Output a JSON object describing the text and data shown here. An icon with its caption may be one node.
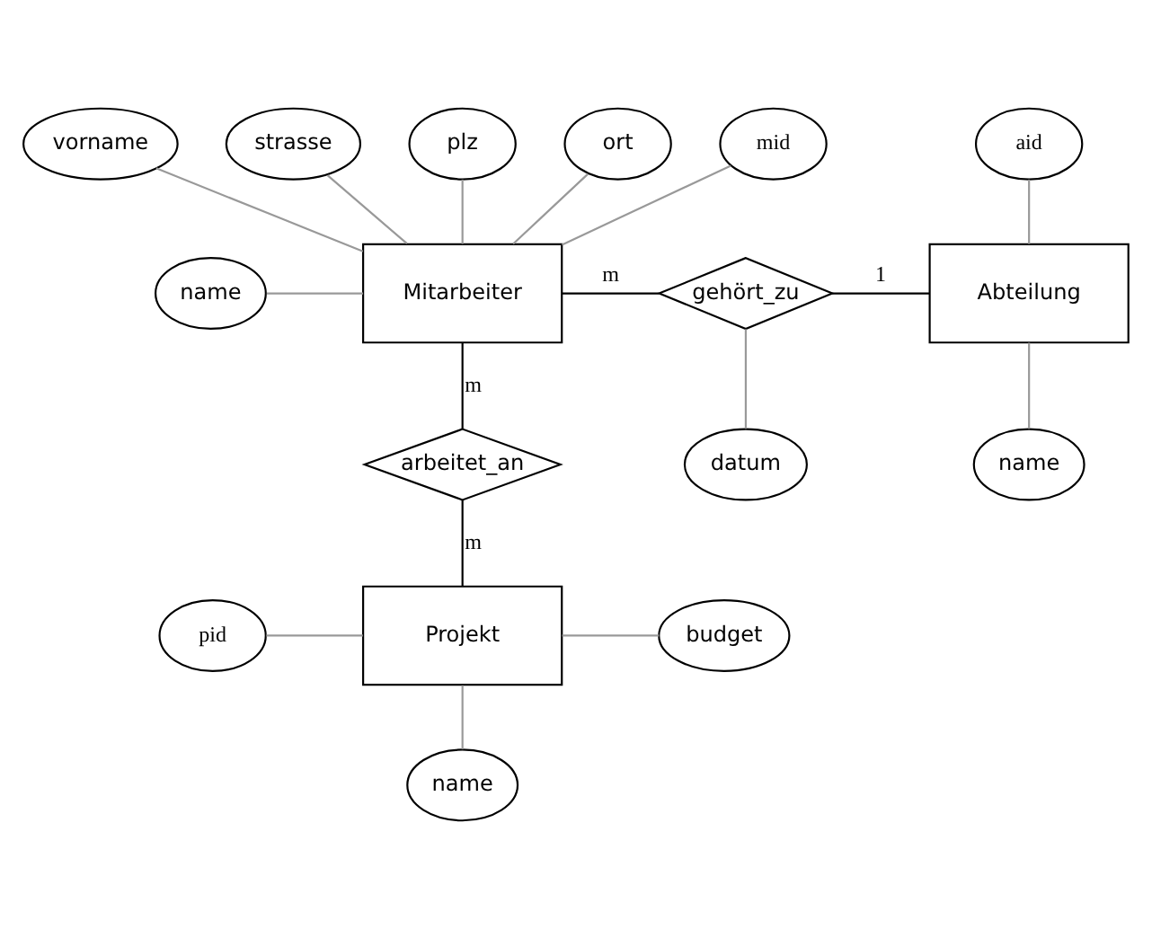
{
  "diagram": {
    "nodes": [
      {
        "text": [
          "Mitarbeiter"
        ]
      },
      {
        "text": [
          "name"
        ]
      },
      {
        "text": [
          "vorname"
        ]
      },
      {
        "text": [
          "strasse"
        ]
      },
      {
        "text": [
          "plz"
        ]
      },
      {
        "text": [
          "ort"
        ]
      },
      {
        "text": [
          "mid"
        ]
      },
      {
        "text": [
          "gehört_zu"
        ]
      },
      {
        "text": [
          "datum"
        ]
      },
      {
        "text": [
          "Abteilung"
        ]
      },
      {
        "text": [
          "aid"
        ]
      },
      {
        "text": [
          "name"
        ]
      },
      {
        "text": [
          "arbeitet_an"
        ]
      },
      {
        "text": [
          "Projekt"
        ]
      },
      {
        "text": [
          "pid"
        ]
      },
      {
        "text": [
          "budget"
        ]
      },
      {
        "text": [
          "name"
        ]
      }
    ],
    "edges": [
      {
        "from": 1,
        "to": 0,
        "arrow": "none"
      },
      {
        "from": 2,
        "to": 0,
        "arrow": "none"
      },
      {
        "from": 3,
        "to": 0,
        "arrow": "none"
      },
      {
        "from": 4,
        "to": 0,
        "arrow": "none"
      },
      {
        "from": 5,
        "to": 0,
        "arrow": "none"
      },
      {
        "from": 6,
        "to": 0,
        "arrow": "none"
      },
      {
        "from": 0,
        "to": 7,
        "arrow": "none",
        "label": "m",
        "color": "#000000"
      },
      {
        "from": 7,
        "to": 9,
        "arrow": "none",
        "label": "1",
        "color": "#000000"
      },
      {
        "from": 7,
        "to": 8,
        "arrow": "none"
      },
      {
        "from": 10,
        "to": 9,
        "arrow": "none"
      },
      {
        "from": 9,
        "to": 11,
        "arrow": "none"
      },
      {
        "from": 0,
        "to": 12,
        "arrow": "none",
        "label": "m",
        "color": "#000000"
      },
      {
        "from": 12,
        "to": 13,
        "arrow": "none",
        "label": "m",
        "color": "#000000"
      },
      {
        "from": 14,
        "to": 13,
        "arrow": "none"
      },
      {
        "from": 13,
        "to": 15,
        "arrow": "none"
      },
      {
        "from": 13,
        "to": 16,
        "arrow": "none"
      }
    ]
  }
}
